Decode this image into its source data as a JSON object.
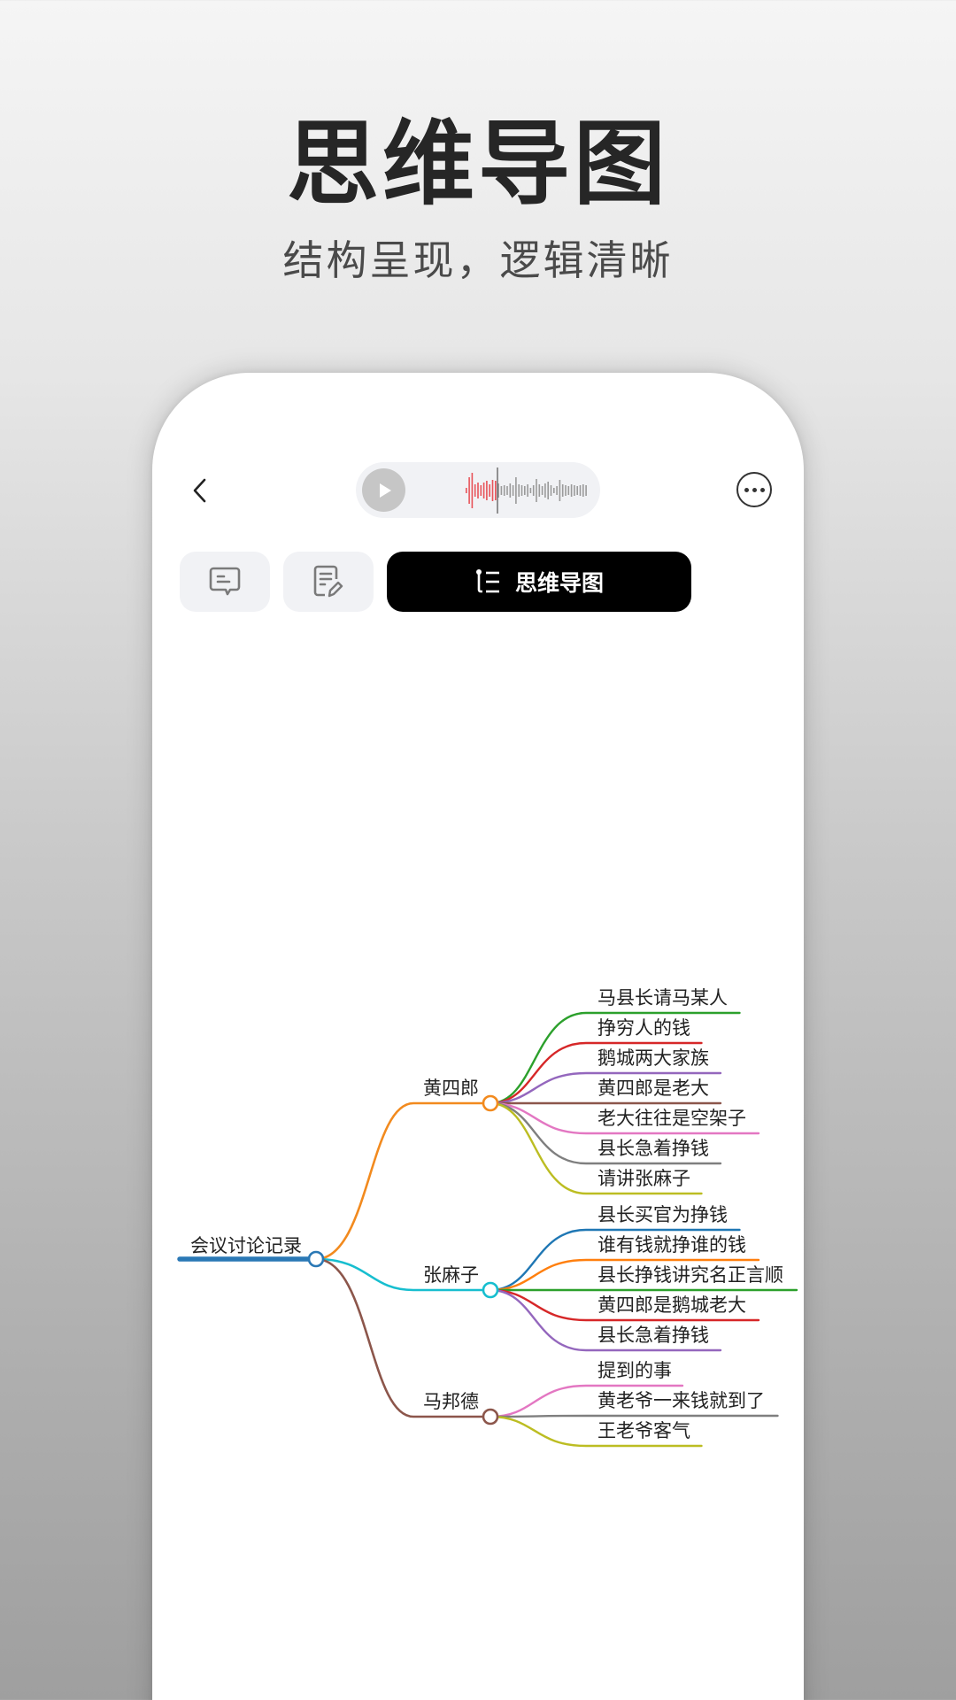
{
  "hero": {
    "title": "思维导图",
    "subtitle": "结构呈现，逻辑清晰"
  },
  "header": {
    "back_icon": "chevron-left-icon",
    "audio": {
      "play_icon": "play-icon",
      "played_color": "#e8545a",
      "unplayed_color": "#9a9a9a"
    },
    "more_icon": "more-horizontal-icon"
  },
  "tabs": [
    {
      "id": "transcript",
      "icon": "chat-bubble-icon",
      "label": ""
    },
    {
      "id": "notes",
      "icon": "note-edit-icon",
      "label": ""
    },
    {
      "id": "mindmap",
      "icon": "mindmap-list-icon",
      "label": "思维导图",
      "active": true
    }
  ],
  "mindmap": {
    "root": {
      "label": "会议讨论记录",
      "color": "#2a78b5"
    },
    "branches": [
      {
        "label": "黄四郎",
        "color": "#f28a1e",
        "children": [
          {
            "label": "马县长请马某人",
            "color": "#2ca02c"
          },
          {
            "label": "挣穷人的钱",
            "color": "#d62728"
          },
          {
            "label": "鹅城两大家族",
            "color": "#9467bd"
          },
          {
            "label": "黄四郎是老大",
            "color": "#8c564b"
          },
          {
            "label": "老大往往是空架子",
            "color": "#e377c2"
          },
          {
            "label": "县长急着挣钱",
            "color": "#7f7f7f"
          },
          {
            "label": "请讲张麻子",
            "color": "#bcbd22"
          }
        ]
      },
      {
        "label": "张麻子",
        "color": "#17becf",
        "children": [
          {
            "label": "县长买官为挣钱",
            "color": "#1f77b4"
          },
          {
            "label": "谁有钱就挣谁的钱",
            "color": "#ff7f0e"
          },
          {
            "label": "县长挣钱讲究名正言顺",
            "color": "#2ca02c"
          },
          {
            "label": "黄四郎是鹅城老大",
            "color": "#d62728"
          },
          {
            "label": "县长急着挣钱",
            "color": "#9467bd"
          }
        ]
      },
      {
        "label": "马邦德",
        "color": "#8c564b",
        "children": [
          {
            "label": "提到的事",
            "color": "#e377c2"
          },
          {
            "label": "黄老爷一来钱就到了",
            "color": "#7f7f7f"
          },
          {
            "label": "王老爷客气",
            "color": "#bcbd22"
          }
        ]
      }
    ]
  }
}
